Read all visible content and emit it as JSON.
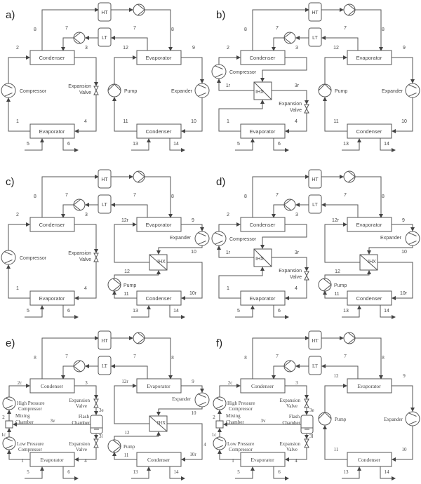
{
  "panels": [
    {
      "id": "a",
      "left": "A",
      "right": "A",
      "serif": false,
      "texts": {
        "tag": "a)",
        "ht": "HT",
        "lt": "LT",
        "cond_top": "Condenser",
        "evap_top": "Evaporator",
        "evap_bot": "Evaporator",
        "cond_bot": "Condenser",
        "s5": "5",
        "s6": "6",
        "s13": "13",
        "s14": "14",
        "s7a": "7",
        "s7b": "7",
        "s8a": "8",
        "s8b": "8",
        "s1": "1",
        "s2": "2",
        "s3": "3",
        "s4": "4",
        "compressor": "Compressor",
        "valve1": "Expansion",
        "valve2": "Valve",
        "s9": "9",
        "s10": "10",
        "s11": "11",
        "s12": "12",
        "pump": "Pump",
        "expander": "Expander"
      }
    },
    {
      "id": "b",
      "left": "B",
      "right": "A",
      "serif": false,
      "texts": {
        "tag": "b)",
        "ht": "HT",
        "lt": "LT",
        "cond_top": "Condenser",
        "evap_top": "Evaporator",
        "evap_bot": "Evaporator",
        "cond_bot": "Condenser",
        "s5": "5",
        "s6": "6",
        "s13": "13",
        "s14": "14",
        "s7a": "7",
        "s7b": "7",
        "s8a": "8",
        "s8b": "8",
        "s1": "1",
        "s1r": "1r",
        "s2": "2",
        "s3": "3",
        "s3r": "3r",
        "s4": "4",
        "compressor": "Compressor",
        "ihx": "IHX",
        "valve1": "Expansion",
        "valve2": "Valve",
        "s9": "9",
        "s10": "10",
        "s11": "11",
        "s12": "12",
        "pump": "Pump",
        "expander": "Expander"
      }
    },
    {
      "id": "c",
      "left": "A",
      "right": "C",
      "serif": false,
      "texts": {
        "tag": "c)",
        "ht": "HT",
        "lt": "LT",
        "cond_top": "Condenser",
        "evap_top": "Evaporator",
        "evap_bot": "Evaporator",
        "cond_bot": "Condenser",
        "s5": "5",
        "s6": "6",
        "s13": "13",
        "s14": "14",
        "s7a": "7",
        "s7b": "7",
        "s8a": "8",
        "s8b": "8",
        "s1": "1",
        "s2": "2",
        "s3": "3",
        "s4": "4",
        "compressor": "Compressor",
        "valve1": "Expansion",
        "valve2": "Valve",
        "s9": "9",
        "s10": "10",
        "s10r": "10r",
        "s11": "11",
        "s12": "12",
        "s12r": "12r",
        "pump": "Pump",
        "expander": "Expander",
        "ihx_r": "IHX"
      }
    },
    {
      "id": "d",
      "left": "B",
      "right": "C",
      "serif": false,
      "texts": {
        "tag": "d)",
        "ht": "HT",
        "lt": "LT",
        "cond_top": "Condenser",
        "evap_top": "Evaporator",
        "evap_bot": "Evaporator",
        "cond_bot": "Condenser",
        "s5": "5",
        "s6": "6",
        "s13": "13",
        "s14": "14",
        "s7a": "7",
        "s7b": "7",
        "s8a": "8",
        "s8b": "8",
        "s1": "1",
        "s1r": "1r",
        "s2": "2",
        "s3": "3",
        "s3r": "3r",
        "s4": "4",
        "compressor": "Compressor",
        "ihx": "IHX",
        "valve1": "Expansion",
        "valve2": "Valve",
        "s9": "9",
        "s10": "10",
        "s10r": "10r",
        "s11": "11",
        "s12": "12",
        "s12r": "12r",
        "pump": "Pump",
        "expander": "Expander",
        "ihx_r": "IHX"
      }
    },
    {
      "id": "e",
      "left": "E",
      "right": "C",
      "serif": true,
      "texts": {
        "tag": "e)",
        "ht": "HT",
        "lt": "LT",
        "cond_top": "Condenser",
        "evap_top": "Evaporator",
        "evap_bot": "Evaporator",
        "cond_bot": "Condenser",
        "s5": "5",
        "s6": "6",
        "s13": "13",
        "s14": "14",
        "s7a": "7",
        "s7b": "7",
        "s8a": "8",
        "s8b": "8",
        "s1": "1",
        "s1c": "1c",
        "s2": "2",
        "s2c": "2c",
        "s3": "3",
        "s3e": "3e",
        "s3l": "3l",
        "s3v": "3v",
        "s4": "4",
        "hp1": "High Pressure",
        "hp2": "Compressor",
        "mix1": "Mixing",
        "mix2": "Chamber",
        "flash1": "Flash",
        "flash2": "Chamber",
        "lp1": "Low Pressure",
        "lp2": "Compressor",
        "valveA1": "Expansion",
        "valveA2": "Valve",
        "valveB1": "Expansion",
        "valveB2": "Valve",
        "s9": "9",
        "s10": "10",
        "s10r": "10r",
        "s11": "11",
        "s12": "12",
        "s12r": "12r",
        "pump": "Pump",
        "expander": "Expander",
        "ihx_r": "IHX",
        "s4r": "4"
      }
    },
    {
      "id": "f",
      "left": "E",
      "right": "A",
      "serif": true,
      "texts": {
        "tag": "f)",
        "ht": "HT",
        "lt": "LT",
        "cond_top": "Condenser",
        "evap_top": "Evaporator",
        "evap_bot": "Evaporator",
        "cond_bot": "Condenser",
        "s5": "5",
        "s6": "6",
        "s13": "13",
        "s14": "14",
        "s7a": "7",
        "s7b": "7",
        "s8a": "8",
        "s8b": "8",
        "s1": "1",
        "s1c": "1c",
        "s2": "2",
        "s2c": "2c",
        "s3": "3",
        "s3e": "3e",
        "s3l": "3l",
        "s3v": "3v",
        "s4": "4",
        "hp1": "High Pressure",
        "hp2": "Compressor",
        "mix1": "Mixing",
        "mix2": "Chamber",
        "flash1": "Flash",
        "flash2": "Chamber",
        "lp1": "Low Pressure",
        "lp2": "Compressor",
        "valveA1": "Expansion",
        "valveA2": "Valve",
        "valveB1": "Expansion",
        "valveB2": "Valve",
        "s9": "9",
        "s10": "10",
        "s11": "11",
        "s12": "12",
        "pump": "Pump",
        "expander": "Expander"
      }
    }
  ]
}
